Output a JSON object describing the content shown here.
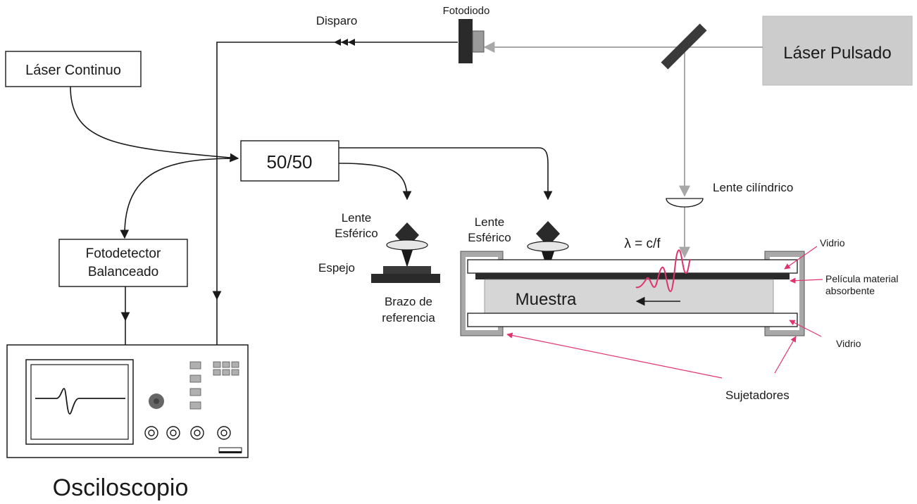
{
  "labels": {
    "laser_continuo": "Láser Continuo",
    "laser_pulsado": "Láser Pulsado",
    "splitter": "50/50",
    "fotodetector_line1": "Fotodetector",
    "fotodetector_line2": "Balanceado",
    "osciloscopio": "Osciloscopio",
    "disparo": "Disparo",
    "fotodiodo": "Fotodiodo",
    "lente_cilindrico": "Lente cilíndrico",
    "lente_esferico_ref_line1": "Lente",
    "lente_esferico_ref_line2": "Esférico",
    "lente_esferico_muestra_line1": "Lente",
    "lente_esferico_muestra_line2": "Esférico",
    "espejo": "Espejo",
    "brazo_line1": "Brazo de",
    "brazo_line2": "referencia",
    "lambda_formula": "λ = c/f",
    "muestra": "Muestra",
    "vidrio_top": "Vidrio",
    "vidrio_bottom": "Vidrio",
    "pelicula_line1": "Película material",
    "pelicula_line2": "absorbente",
    "sujetadores": "Sujetadores"
  },
  "colors": {
    "line": "#1a1a1a",
    "laser_beam": "#a8a8a8",
    "laser_box": "#cccccc",
    "annotation": "#e0336b"
  }
}
